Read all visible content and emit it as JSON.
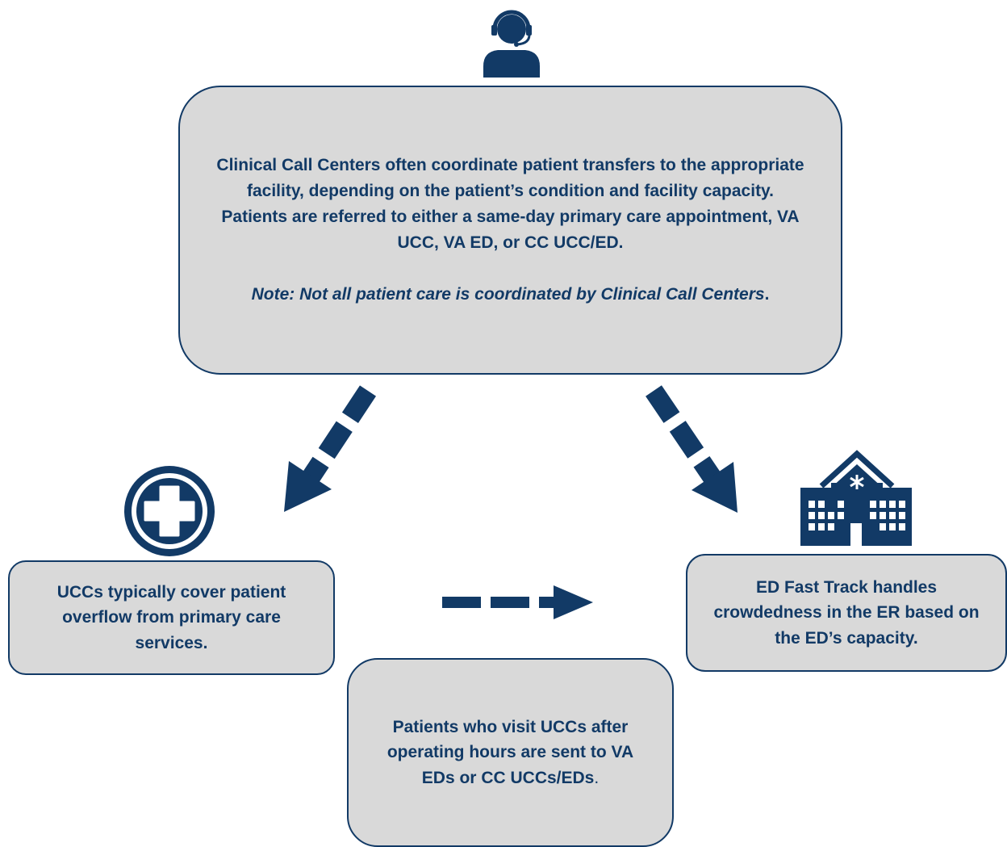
{
  "call_center": {
    "icon": "headset-agent-icon",
    "text": "Clinical Call Centers often coordinate patient transfers to the appropriate facility, depending on the patient’s condition and facility capacity. Patients are referred to either a same-day primary care appointment, VA UCC, VA ED, or CC UCC/ED.",
    "note_italic": "Note: Not all patient care is coordinated by Clinical Call Centers",
    "note_end": "."
  },
  "ucc": {
    "icon": "medical-cross-icon",
    "text": "UCCs typically cover patient overflow from primary care services."
  },
  "ed": {
    "icon": "hospital-icon",
    "text": "ED Fast Track handles crowdedness in the ER based on the ED’s capacity."
  },
  "after_hours": {
    "text_bold": "Patients who visit UCCs after operating hours are sent to VA EDs or CC UCCs/EDs",
    "text_end": "."
  },
  "colors": {
    "primary": "#123a66",
    "box_fill": "#d9d9d9"
  }
}
